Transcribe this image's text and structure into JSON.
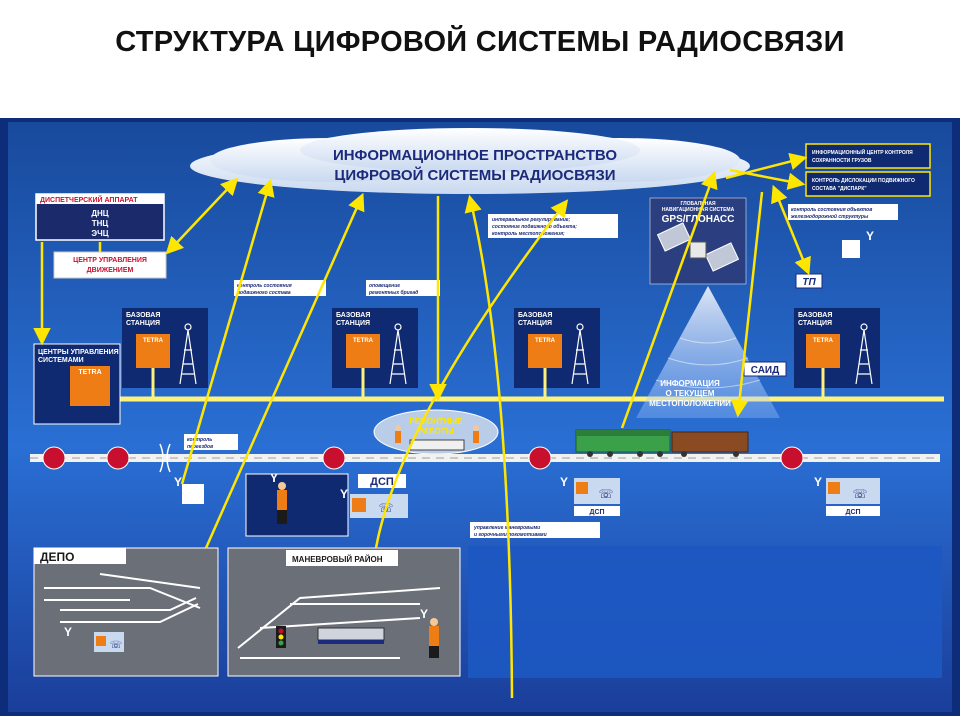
{
  "title": "СТРУКТУРА ЦИФРОВОЙ СИСТЕМЫ РАДИОСВЯЗИ",
  "cloud": {
    "line1": "ИНФОРМАЦИОННОЕ ПРОСТРАНСТВО",
    "line2": "ЦИФРОВОЙ СИСТЕМЫ РАДИОСВЯЗИ"
  },
  "dispatcher": {
    "title": "ДИСПЕТЧЕРСКИЙ АППАРАТ",
    "items": [
      "ДНЦ",
      "ТНЦ",
      "ЭЧЦ"
    ]
  },
  "traffic_center": {
    "line1": "ЦЕНТР УПРАВЛЕНИЯ",
    "line2": "ДВИЖЕНИЕМ"
  },
  "system_centers": {
    "line1": "ЦЕНТРЫ УПРАВЛЕНИЯ",
    "line2": "СИСТЕМАМИ",
    "tetra": "TETRA"
  },
  "base_station": {
    "line1": "БАЗОВАЯ",
    "line2": "СТАНЦИЯ",
    "tetra": "TETRA"
  },
  "notes": {
    "rolling_stock": [
      "контроль состояния",
      "подвижного состава"
    ],
    "repair_crews": [
      "оповещение",
      "ремонтных бригад"
    ],
    "interval": [
      "интервальное регулирование;",
      "состояние подвижного объекта;",
      "контроль местоположения;"
    ],
    "crossing": [
      "контроль",
      "переездов"
    ],
    "shunting_control": [
      "управление маневровыми",
      "и горочными локомотивами"
    ],
    "infra": [
      "контроль состояния объектов",
      "железнодорожной структуры"
    ]
  },
  "gps": {
    "caption1": "ГЛОБАЛЬНАЯ",
    "caption2": "НАВИГАЦИОННАЯ СИСТЕМА",
    "name": "GPS/ГЛОНАСС"
  },
  "location_info": [
    "ИНФОРМАЦИЯ",
    "О ТЕКУЩЕМ",
    "МЕСТОПОЛОЖЕНИИ"
  ],
  "right_boxes": {
    "box1": [
      "ИНФОРМАЦИОННЫЙ ЦЕНТР КОНТРОЛЯ",
      "СОХРАННОСТИ ГРУЗОВ"
    ],
    "box2": [
      "КОНТРОЛЬ ДИСЛОКАЦИИ ПОДВИЖНОГО",
      "СОСТАВА \"ДИСПАРК\""
    ]
  },
  "tp": "ТП",
  "said": "САИД",
  "repair": [
    "РЕМОНТНЫЕ",
    "РАБОТЫ"
  ],
  "dsp": "ДСП",
  "depot": "ДЕПО",
  "shunting": "МАНЕВРОВЫЙ РАЙОН",
  "colors": {
    "background": "#1f5cc4",
    "yellow": "#ffe600",
    "rail": "#f2f2f0",
    "signal": "#c8102e",
    "orange": "#ef7d15"
  }
}
